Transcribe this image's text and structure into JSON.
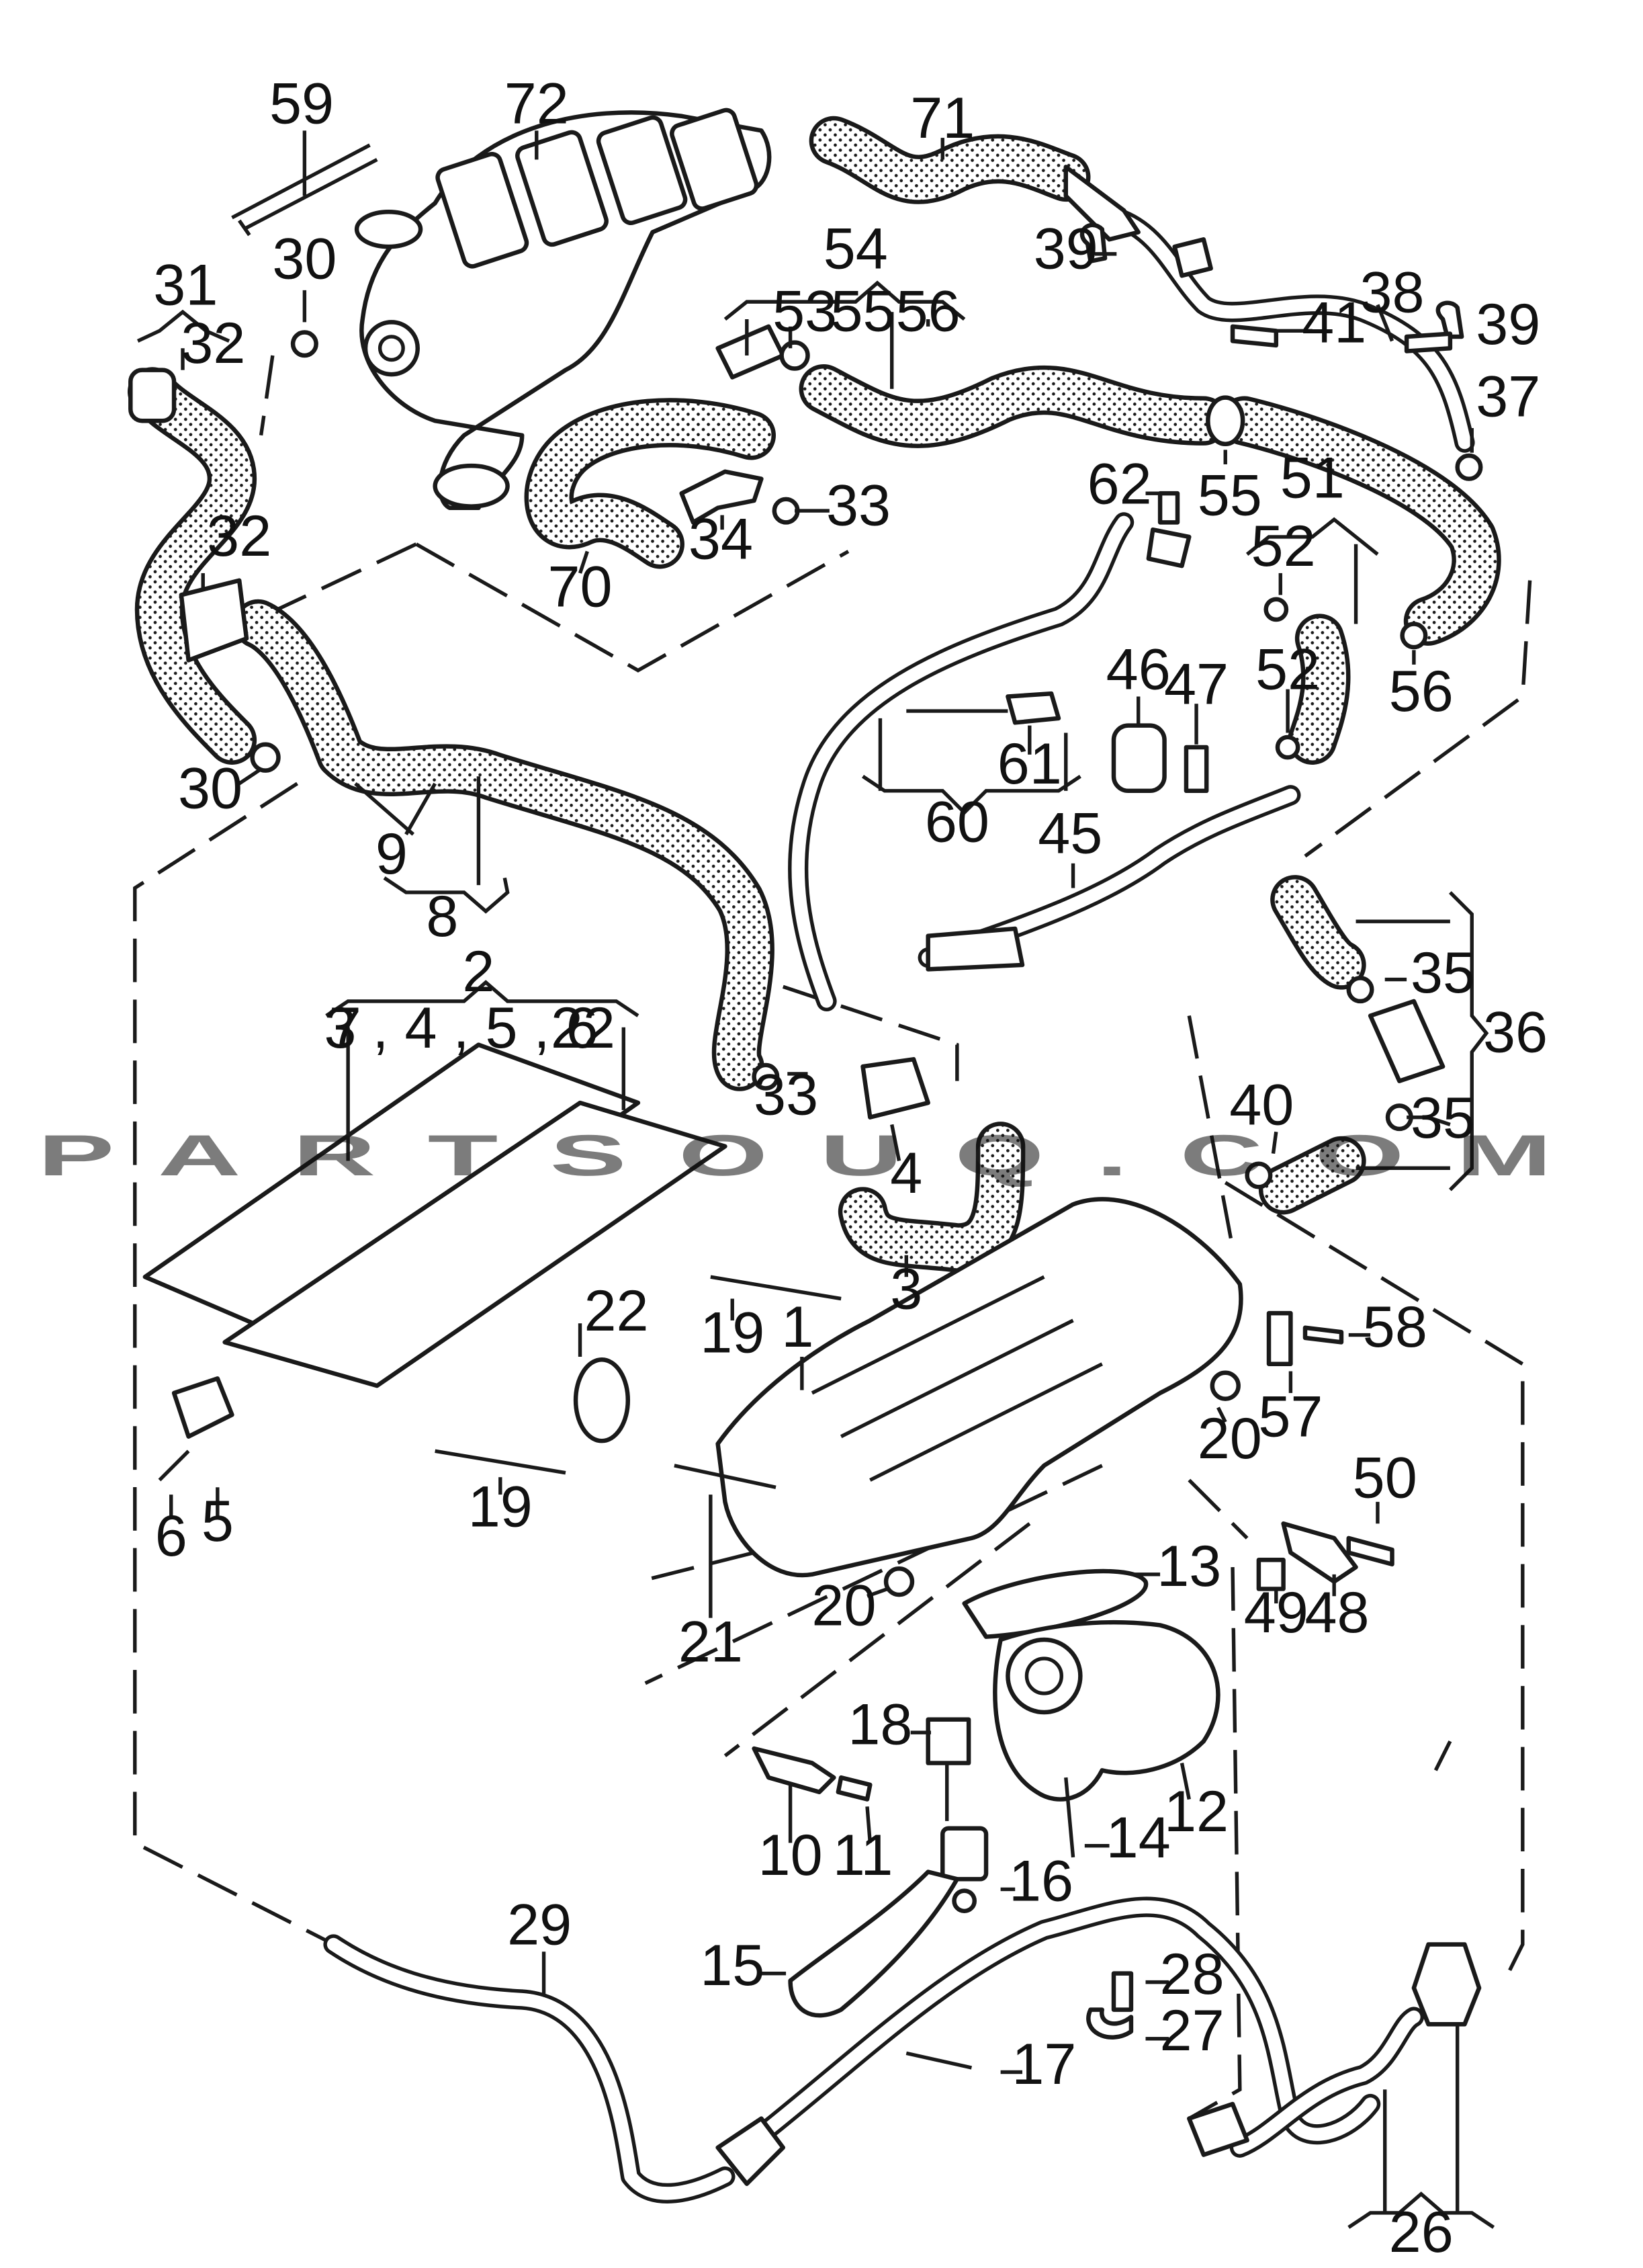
{
  "watermark": "PARTSOUQ.COM",
  "callouts": [
    {
      "id": "c59",
      "text": "59"
    },
    {
      "id": "c72",
      "text": "72"
    },
    {
      "id": "c71",
      "text": "71"
    },
    {
      "id": "c31",
      "text": "31"
    },
    {
      "id": "c32a",
      "text": "32"
    },
    {
      "id": "c30a",
      "text": "30"
    },
    {
      "id": "c54",
      "text": "54"
    },
    {
      "id": "c53",
      "text": "53"
    },
    {
      "id": "c55a",
      "text": "55"
    },
    {
      "id": "c56a",
      "text": "56"
    },
    {
      "id": "c39a",
      "text": "39"
    },
    {
      "id": "c39b",
      "text": "39"
    },
    {
      "id": "c38",
      "text": "38"
    },
    {
      "id": "c41",
      "text": "41"
    },
    {
      "id": "c37",
      "text": "37"
    },
    {
      "id": "c33a",
      "text": "33"
    },
    {
      "id": "c34",
      "text": "34"
    },
    {
      "id": "c70",
      "text": "70"
    },
    {
      "id": "c62",
      "text": "62"
    },
    {
      "id": "c55b",
      "text": "55"
    },
    {
      "id": "c51",
      "text": "51"
    },
    {
      "id": "c52a",
      "text": "52"
    },
    {
      "id": "c52b",
      "text": "52"
    },
    {
      "id": "c56b",
      "text": "56"
    },
    {
      "id": "c32b",
      "text": "32"
    },
    {
      "id": "c30b",
      "text": "30"
    },
    {
      "id": "c9",
      "text": "9"
    },
    {
      "id": "c8",
      "text": "8"
    },
    {
      "id": "c46",
      "text": "46"
    },
    {
      "id": "c47",
      "text": "47"
    },
    {
      "id": "c61",
      "text": "61"
    },
    {
      "id": "c60",
      "text": "60"
    },
    {
      "id": "c45",
      "text": "45"
    },
    {
      "id": "c2",
      "text": "2"
    },
    {
      "id": "c7",
      "text": "7"
    },
    {
      "id": "c3456",
      "text": "3 , 4 , 5 , 6"
    },
    {
      "id": "c22a",
      "text": "22"
    },
    {
      "id": "c33b",
      "text": "33"
    },
    {
      "id": "c4",
      "text": "4"
    },
    {
      "id": "c3",
      "text": "3"
    },
    {
      "id": "c35a",
      "text": "35"
    },
    {
      "id": "c36",
      "text": "36"
    },
    {
      "id": "c40",
      "text": "40"
    },
    {
      "id": "c35b",
      "text": "35"
    },
    {
      "id": "c19a",
      "text": "19"
    },
    {
      "id": "c22b",
      "text": "22"
    },
    {
      "id": "c1",
      "text": "1"
    },
    {
      "id": "c58",
      "text": "58"
    },
    {
      "id": "c20a",
      "text": "20"
    },
    {
      "id": "c57",
      "text": "57"
    },
    {
      "id": "c6",
      "text": "6"
    },
    {
      "id": "c5",
      "text": "5"
    },
    {
      "id": "c19b",
      "text": "19"
    },
    {
      "id": "c50",
      "text": "50"
    },
    {
      "id": "c13",
      "text": "13"
    },
    {
      "id": "c20b",
      "text": "20"
    },
    {
      "id": "c21",
      "text": "21"
    },
    {
      "id": "c49",
      "text": "49"
    },
    {
      "id": "c48",
      "text": "48"
    },
    {
      "id": "c18",
      "text": "18"
    },
    {
      "id": "c12",
      "text": "12"
    },
    {
      "id": "c10",
      "text": "10"
    },
    {
      "id": "c11",
      "text": "11"
    },
    {
      "id": "c14",
      "text": "14"
    },
    {
      "id": "c16",
      "text": "16"
    },
    {
      "id": "c29",
      "text": "29"
    },
    {
      "id": "c15",
      "text": "15"
    },
    {
      "id": "c28",
      "text": "28"
    },
    {
      "id": "c27",
      "text": "27"
    },
    {
      "id": "c17",
      "text": "17"
    },
    {
      "id": "c26",
      "text": "26"
    }
  ]
}
